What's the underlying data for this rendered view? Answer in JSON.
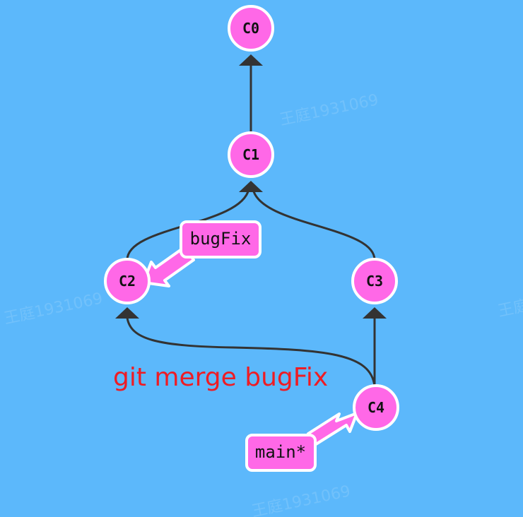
{
  "commits": [
    {
      "id": "C0"
    },
    {
      "id": "C1"
    },
    {
      "id": "C2"
    },
    {
      "id": "C3"
    },
    {
      "id": "C4"
    }
  ],
  "branches": {
    "bugfix": {
      "name": "bugFix",
      "target": "C2"
    },
    "main": {
      "name": "main*",
      "target": "C4"
    }
  },
  "command": "git merge bugFix",
  "watermark": "王庭1931069",
  "colors": {
    "background": "#5cb8fb",
    "commit_fill": "#ff68e7",
    "commit_stroke": "#ffffff",
    "edge": "#333333",
    "command_text": "#ee1c24"
  }
}
